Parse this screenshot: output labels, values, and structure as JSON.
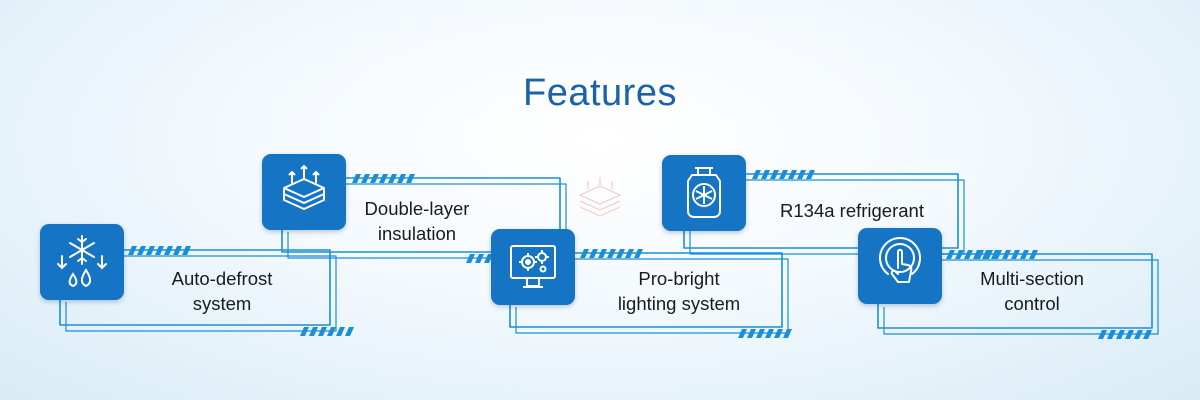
{
  "title": "Features",
  "features": [
    {
      "label_line1": "Auto-defrost",
      "label_line2": "system",
      "icon": "snowflake-defrost-icon"
    },
    {
      "label_line1": "Double-layer",
      "label_line2": "insulation",
      "icon": "insulation-layers-icon"
    },
    {
      "label_line1": "Pro-bright",
      "label_line2": "lighting system",
      "icon": "monitor-gears-icon"
    },
    {
      "label_line1": "R134a refrigerant",
      "label_line2": "",
      "icon": "refrigerant-cylinder-icon"
    },
    {
      "label_line1": "Multi-section",
      "label_line2": "control",
      "icon": "touch-control-icon"
    }
  ],
  "colors": {
    "accent": "#1574c4",
    "line": "#1a8fd6",
    "title": "#1a62aa"
  }
}
